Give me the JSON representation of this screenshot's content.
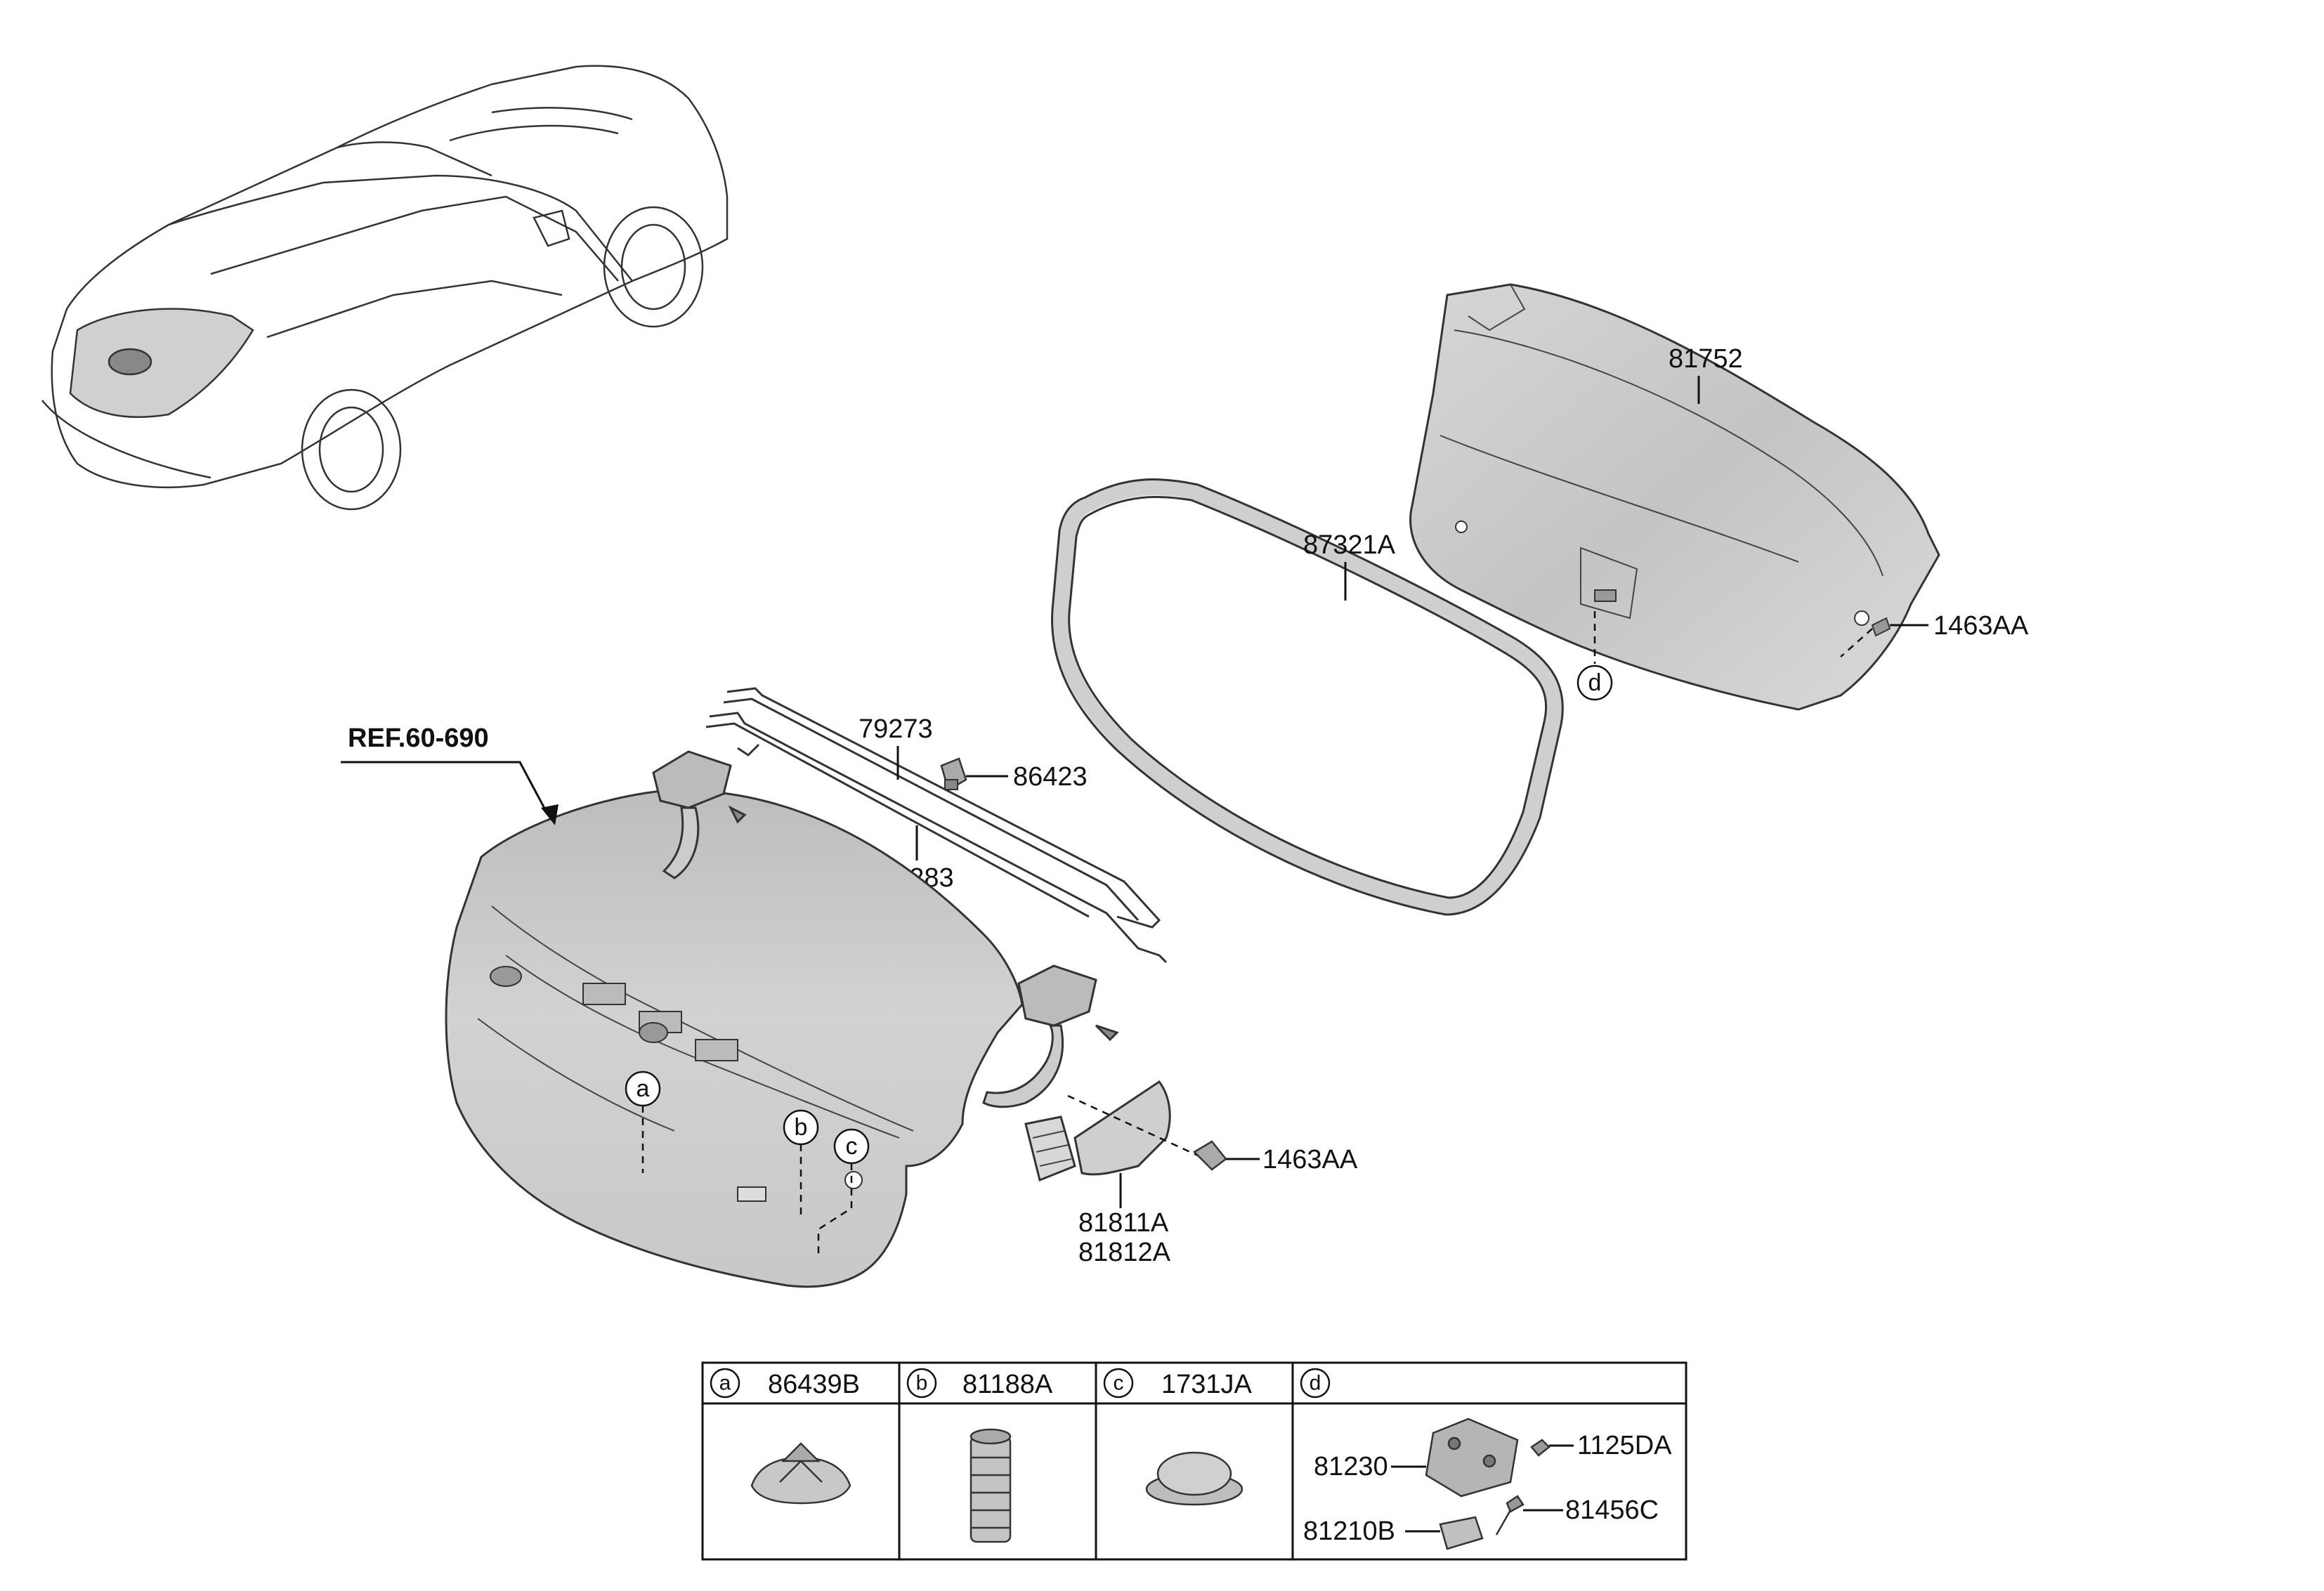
{
  "labels": {
    "trim_panel": "81752",
    "weatherstrip": "87321A",
    "fastener_trim": "1463AA",
    "torsion_bar_1": "79273",
    "torsion_bar_2": "79283",
    "bumper_stop": "86423",
    "reference": "REF.60-690",
    "fastener_hinge": "1463AA",
    "hinge_cover_1": "81811A",
    "hinge_cover_2": "81812A"
  },
  "callouts": {
    "a": "a",
    "b": "b",
    "c": "c",
    "d": "d"
  },
  "legend_table": {
    "cells": [
      {
        "circle": "a",
        "part_no": "86439B"
      },
      {
        "circle": "b",
        "part_no": "81188A"
      },
      {
        "circle": "c",
        "part_no": "1731JA"
      },
      {
        "circle": "d",
        "part_no": ""
      }
    ],
    "latch_parts": {
      "latch": "81230",
      "bolt": "1125DA",
      "striker": "81210B",
      "screw": "81456C"
    }
  },
  "colors": {
    "line": "#111111",
    "part_fill": "#cfcfcf",
    "part_shade": "#b5b5b5"
  }
}
